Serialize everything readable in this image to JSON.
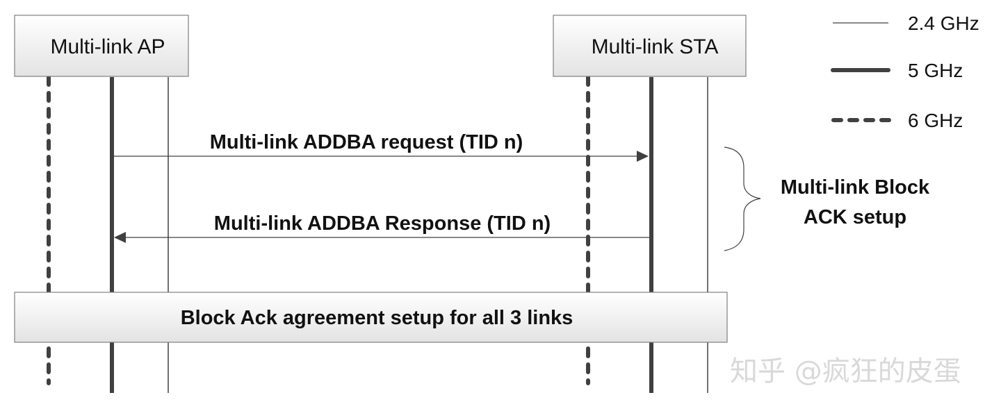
{
  "entities": {
    "ap": {
      "label": "Multi-link AP"
    },
    "sta": {
      "label": "Multi-link STA"
    }
  },
  "legend": [
    {
      "style": "thin",
      "label": "2.4 GHz"
    },
    {
      "style": "thick",
      "label": "5 GHz"
    },
    {
      "style": "dashed",
      "label": "6 GHz"
    }
  ],
  "messages": {
    "request": "Multi-link ADDBA request (TID n)",
    "response": "Multi-link ADDBA Response (TID n)"
  },
  "brace_label": {
    "line1": "Multi-link  Block",
    "line2": "ACK setup"
  },
  "agreement_box": {
    "label": "Block Ack agreement setup for all 3 links"
  },
  "watermark": "知乎 @疯狂的皮蛋",
  "colors": {
    "lifeline": "#404040",
    "box_fill_top": "#ffffff",
    "box_fill_bottom": "#e6e6e6",
    "box_stroke": "#7f7f7f"
  }
}
